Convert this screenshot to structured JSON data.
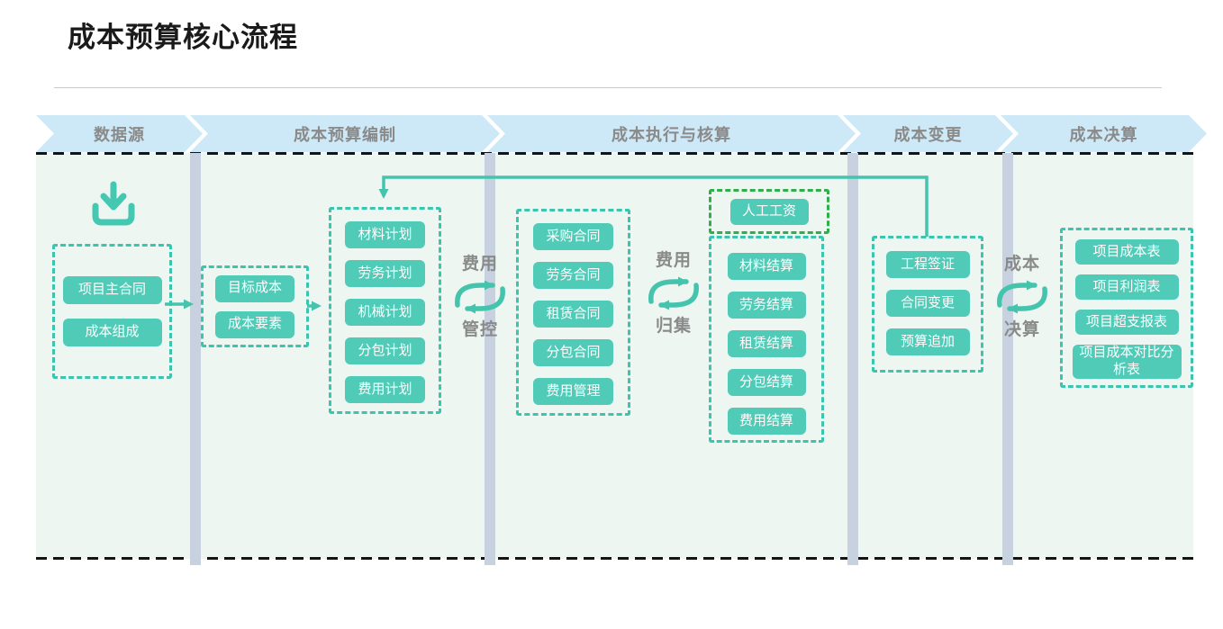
{
  "title": "成本预算核心流程",
  "lanes": [
    {
      "label": "数据源"
    },
    {
      "label": "成本预算编制"
    },
    {
      "label": "成本执行与核算"
    },
    {
      "label": "成本变更"
    },
    {
      "label": "成本决算"
    }
  ],
  "data_source": {
    "icon": "download-icon",
    "items": [
      "项目主合同",
      "成本组成"
    ]
  },
  "budget": {
    "basis_items": [
      "目标成本",
      "成本要素"
    ],
    "plan_items": [
      "材料计划",
      "劳务计划",
      "机械计划",
      "分包计划",
      "费用计划"
    ]
  },
  "execution": {
    "contract_items": [
      "采购合同",
      "劳务合同",
      "租赁合同",
      "分包合同",
      "费用管理"
    ],
    "labor_item": "人工工资",
    "settlement_items": [
      "材料结算",
      "劳务结算",
      "租赁结算",
      "分包结算",
      "费用结算"
    ]
  },
  "change": {
    "items": [
      "工程签证",
      "合同变更",
      "预算追加"
    ]
  },
  "final": {
    "items": [
      "项目成本表",
      "项目利润表",
      "项目超支报表",
      "项目成本对比分析表"
    ]
  },
  "cycles": [
    {
      "top": "费用",
      "bottom": "管控"
    },
    {
      "top": "费用",
      "bottom": "归集"
    },
    {
      "top": "成本",
      "bottom": "决算"
    }
  ],
  "colors": {
    "accent_teal": "#4FCBB7",
    "border_teal": "#3CC5AE",
    "labor_green": "#2FAE49",
    "banner_blue": "#CDE9F7",
    "label_gray": "#8A8A8A",
    "canvas_mint": "#EDF6F1",
    "lane_bar": "#C8D1E0"
  }
}
